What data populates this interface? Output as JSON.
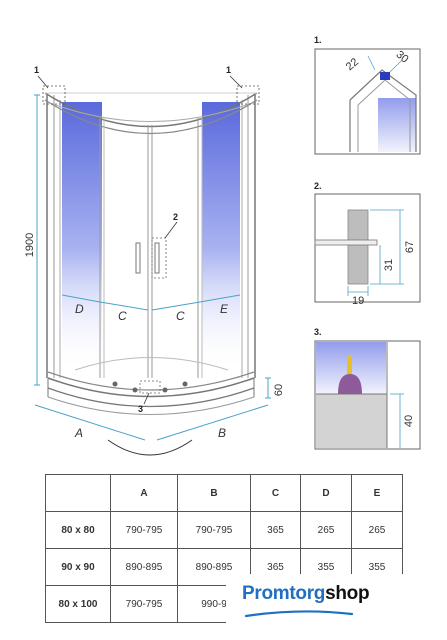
{
  "main_drawing": {
    "height_label": "1900",
    "base_height_label": "60",
    "callout_1_left": "1",
    "callout_1_right": "1",
    "callout_2": "2",
    "callout_3": "3",
    "dim_letters": [
      "D",
      "C",
      "C",
      "E"
    ],
    "base_letters": [
      "A",
      "B"
    ]
  },
  "detail_1": {
    "title": "1.",
    "dim_a": "22",
    "dim_b": "30"
  },
  "detail_2": {
    "title": "2.",
    "dim_height": "67",
    "dim_mid": "31",
    "dim_width": "19"
  },
  "detail_3": {
    "title": "3.",
    "dim_height": "40"
  },
  "table": {
    "headers": [
      "",
      "A",
      "B",
      "C",
      "D",
      "E"
    ],
    "rows": [
      [
        "80 x 80",
        "790-795",
        "790-795",
        "365",
        "265",
        "265"
      ],
      [
        "90 x 90",
        "890-895",
        "890-895",
        "365",
        "355",
        "355"
      ],
      [
        "80 x 100",
        "790-795",
        "990-9",
        "",
        "",
        ""
      ]
    ]
  },
  "logo": {
    "part1": "Promtorg",
    "part2": "shop"
  },
  "colors": {
    "glass_blue": "#3d4fd6",
    "dimension_blue": "#4aa3c7",
    "frame": "#777777",
    "logo_blue": "#1f6fc2"
  }
}
